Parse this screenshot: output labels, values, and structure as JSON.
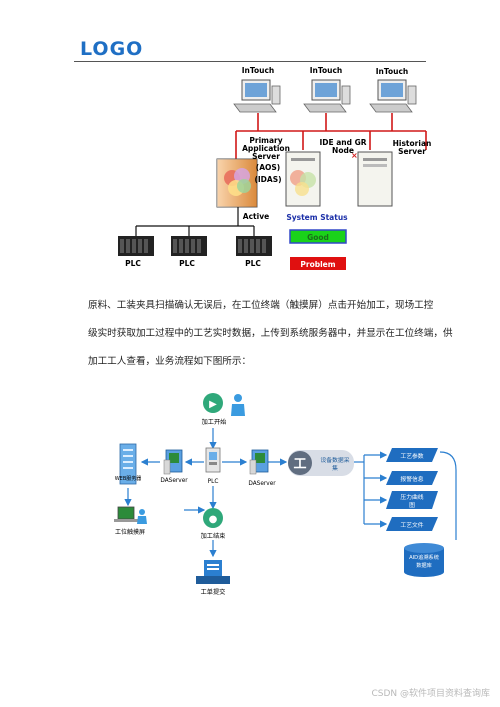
{
  "header": {
    "logo_text": "LOGO"
  },
  "diagram1": {
    "intouch_labels": [
      "InTouch",
      "InTouch",
      "InTouch"
    ],
    "aos_label_lines": [
      "Primary",
      "Application",
      "Server"
    ],
    "aos_tags": [
      "(AOS)",
      "(IDAS)"
    ],
    "ide_label_lines": [
      "IDE and GR",
      "Node"
    ],
    "historian_label_lines": [
      "Historian",
      "Server"
    ],
    "active_label": "Active",
    "plc_labels": [
      "PLC",
      "PLC",
      "PLC"
    ],
    "system_status": {
      "title": "System Status",
      "good": "Good",
      "problem": "Problem"
    }
  },
  "body_text": {
    "line1": "原料、工装夹具扫描确认无误后，在工位终端（触摸屏）点击开始加工，现场工控",
    "line2": "级实时获取加工过程中的工艺实时数据，上传到系统服务器中，并显示在工位终端，供",
    "line3": "加工工人查看，业务流程如下图所示："
  },
  "diagram2": {
    "start_label": "加工开始",
    "web_server_label": "WEB服务器",
    "daserver_left_label": "DAServer",
    "plc_label": "PLC",
    "daserver_right_label": "DAServer",
    "device_label_lines": [
      "设备数据采",
      "集"
    ],
    "touch_label": "工位触摸屏",
    "end_label": "加工结束",
    "submit_label": "工单提交",
    "db_items": [
      "工艺参数",
      "报警信息",
      "压力曲线",
      "图",
      "工艺文件"
    ],
    "db_cylinder_lines": [
      "AID追溯系统",
      "数据库"
    ]
  },
  "watermark": "CSDN @软件项目资料查询库"
}
